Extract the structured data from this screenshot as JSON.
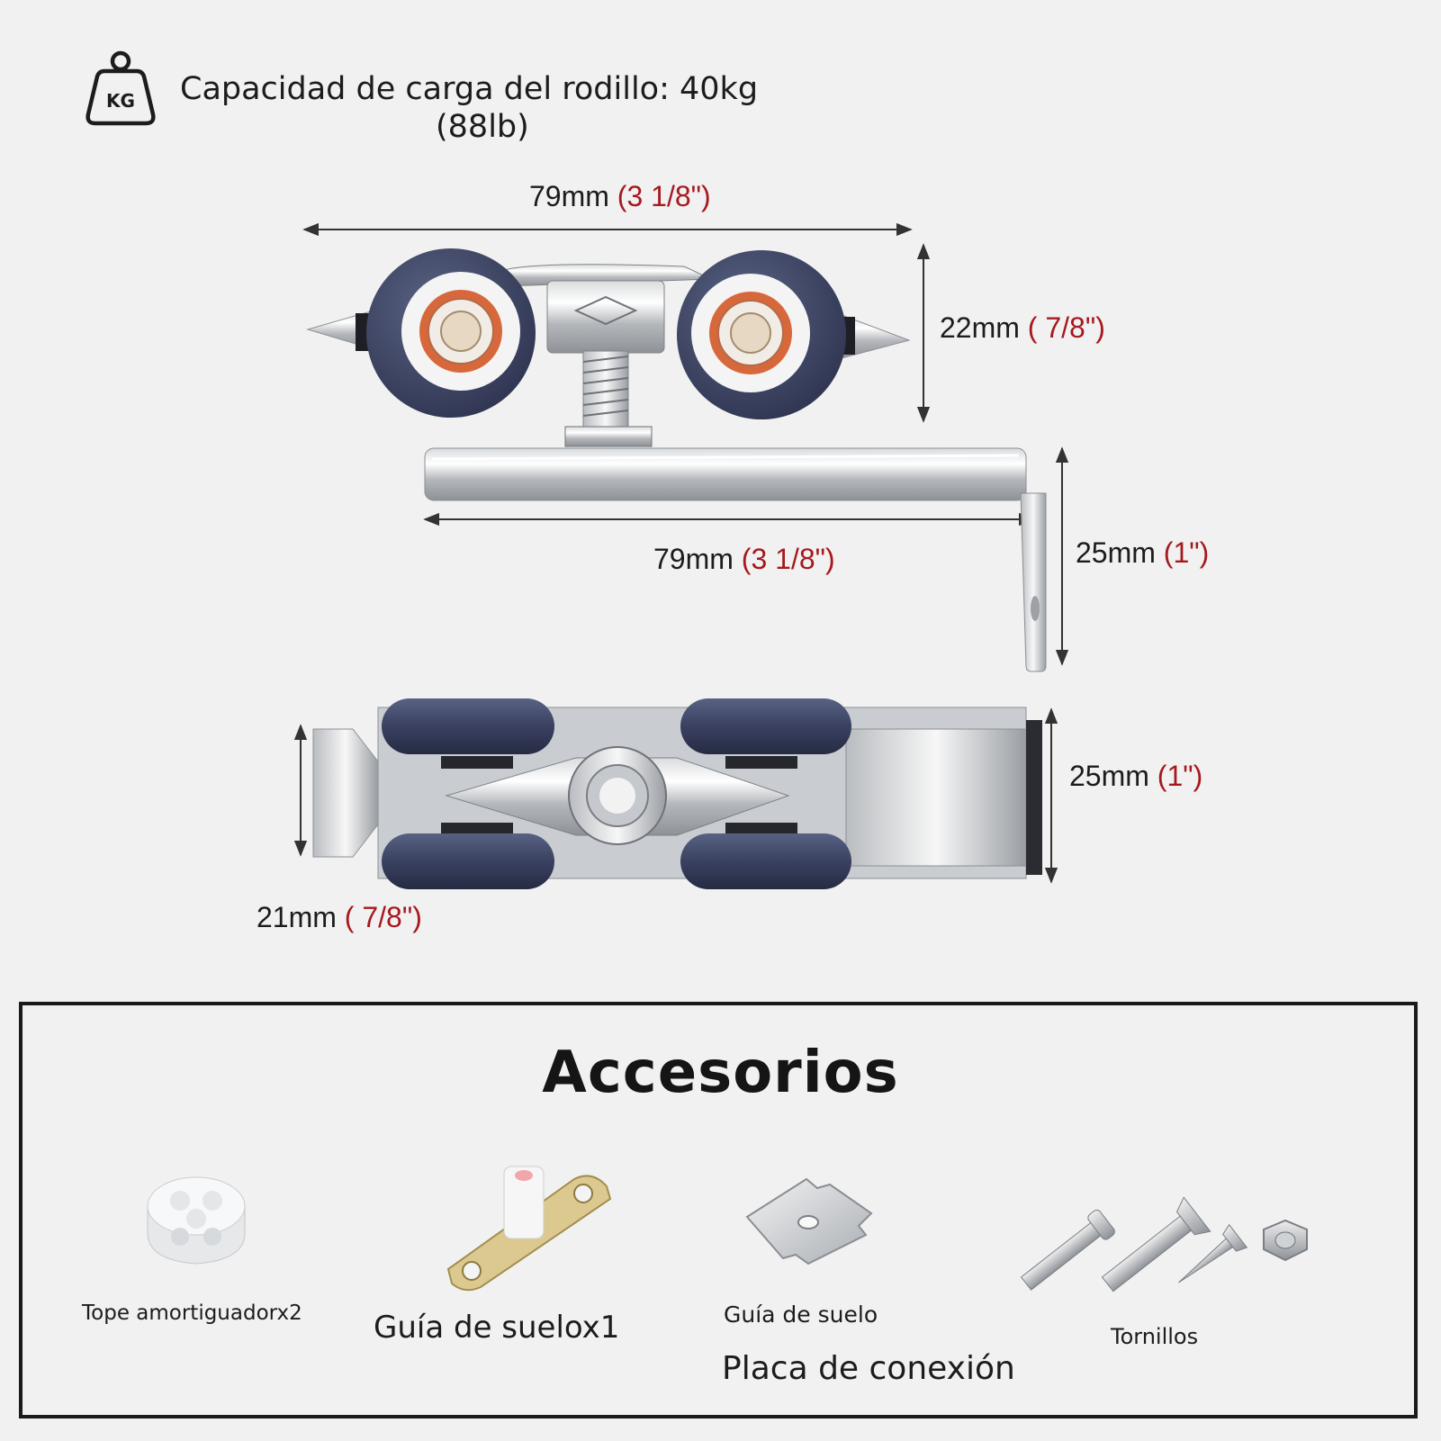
{
  "header": {
    "icon": "kg-weight-icon",
    "icon_text": "KG",
    "capacity_line1": "Capacidad de carga del rodillo: 40kg",
    "capacity_line2": "(88lb)"
  },
  "dimensions": {
    "top_width": {
      "metric": "79mm",
      "imperial": "(3 1/8\")"
    },
    "roller_height": {
      "metric": "22mm",
      "imperial": "( 7/8\")"
    },
    "bracket_width": {
      "metric": "79mm",
      "imperial": "(3 1/8\")"
    },
    "bracket_height": {
      "metric": "25mm",
      "imperial": "(1\")"
    },
    "bottom_height": {
      "metric": "25mm",
      "imperial": "(1\")"
    },
    "bottom_width": {
      "metric": "21mm",
      "imperial": "( 7/8\")"
    }
  },
  "accessories": {
    "title": "Accesorios",
    "items": [
      {
        "label": "Tope amortiguadorx2",
        "icon": "bumper-stop-icon"
      },
      {
        "label": "Guía de suelox1",
        "icon": "floor-guide-icon"
      },
      {
        "label": "Guía de suelo",
        "icon": "connection-plate-icon"
      },
      {
        "label": "Placa de conexión"
      },
      {
        "label": "Tornillos",
        "icon": "screws-icon"
      }
    ]
  },
  "colors": {
    "accent_red": "#a6191e",
    "wheel_navy": "#3b4260",
    "bearing_orange": "#d4683f",
    "background": "#f1f1f1"
  }
}
